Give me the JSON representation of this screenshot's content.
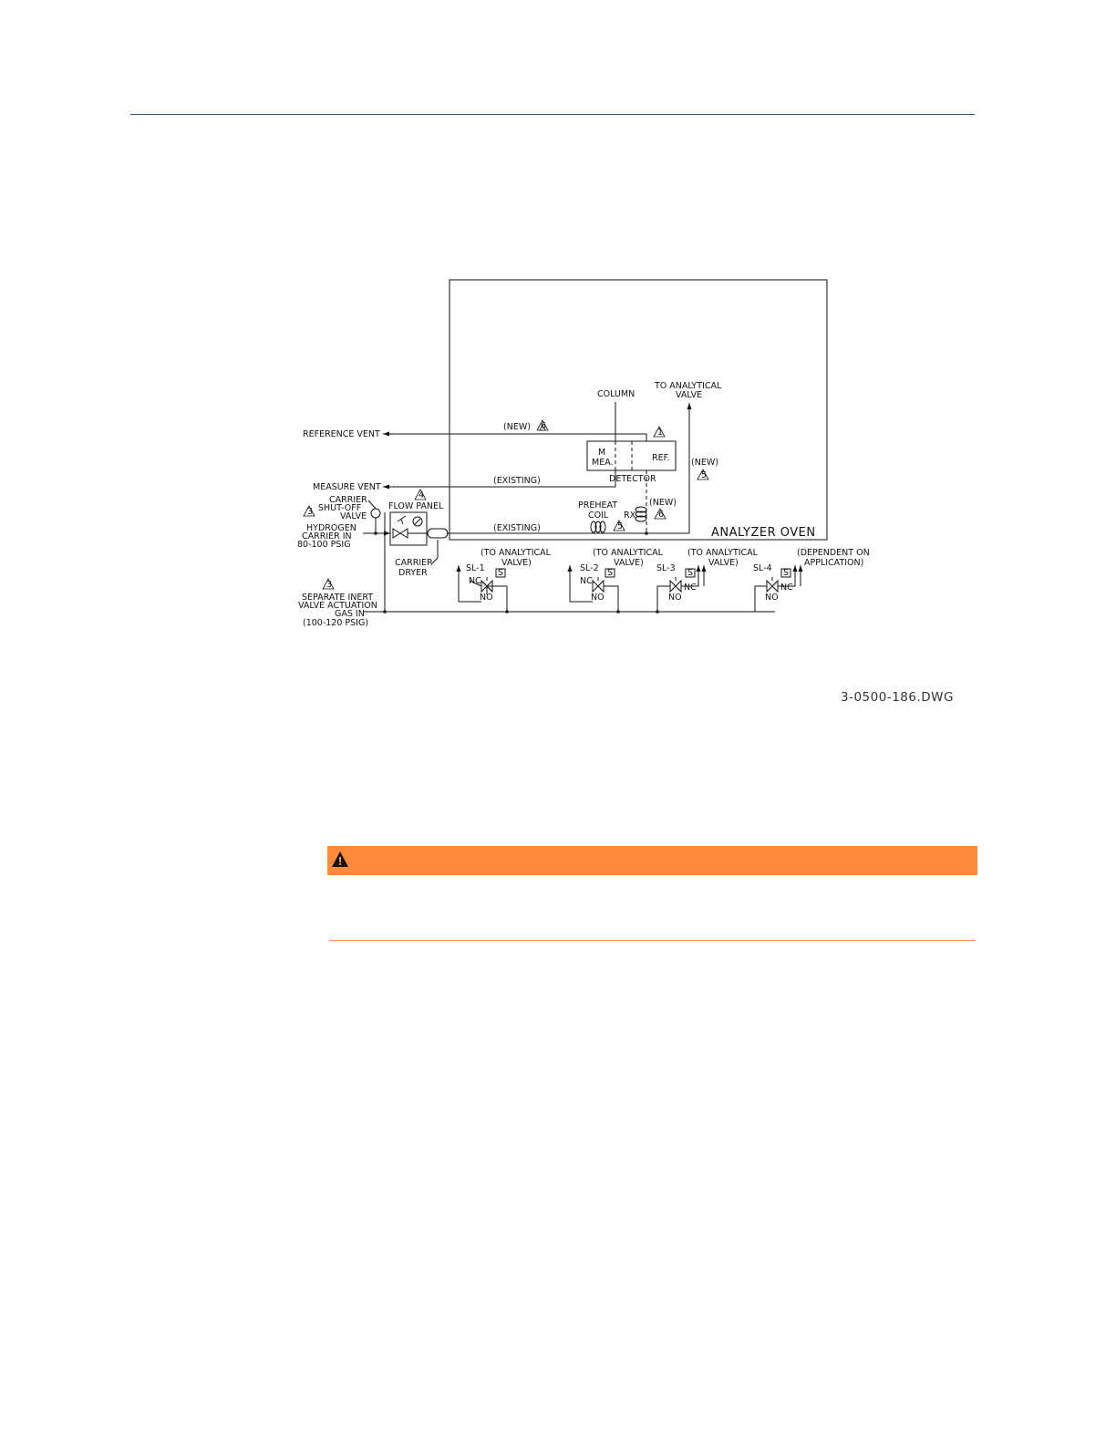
{
  "diagram": {
    "oven_label": "ANALYZER OVEN",
    "column": "COLUMN",
    "to_analytical_valve": [
      "TO ANALYTICAL",
      "VALVE"
    ],
    "reference_vent": "REFERENCE VENT",
    "measure_vent": "MEASURE VENT",
    "new": "(NEW)",
    "existing": "(EXISTING)",
    "detector": "DETECTOR",
    "detector_m": "M",
    "detector_mea": "MEA.",
    "detector_ref": "REF.",
    "preheat_coil": [
      "PREHEAT",
      "COIL"
    ],
    "rx": "RX",
    "carrier_shutoff_valve": [
      "CARRIER",
      "SHUT-OFF",
      "VALVE"
    ],
    "flow_panel": "FLOW PANEL",
    "hydrogen_carrier": [
      "HYDROGEN",
      "CARRIER IN",
      "80-100 PSIG"
    ],
    "carrier_dryer": [
      "CARRIER",
      "DRYER"
    ],
    "separate_inert": [
      "SEPARATE INERT",
      "VALVE ACTUATION",
      "GAS IN",
      "(100-120 PSIG)"
    ],
    "sl_to_analytical": [
      "(TO ANALYTICAL",
      "VALVE)"
    ],
    "sl_dependent": [
      "(DEPENDENT ON",
      "APPLICATION)"
    ],
    "solenoids": [
      {
        "label": "SL-1"
      },
      {
        "label": "SL-2"
      },
      {
        "label": "SL-3"
      },
      {
        "label": "SL-4"
      }
    ],
    "solenoid_s": "S",
    "solenoid_nc": "NC",
    "solenoid_no": "NO",
    "revision_marks": [
      "1",
      "3",
      "4",
      "5",
      "6"
    ]
  },
  "drawing_ref": "3-0500-186.DWG",
  "warning": {
    "icon": "warning-triangle-icon",
    "color": "#ff8b3d"
  },
  "colors": {
    "header_rule": "#2b5a7d",
    "accent": "#ff8b3d"
  }
}
